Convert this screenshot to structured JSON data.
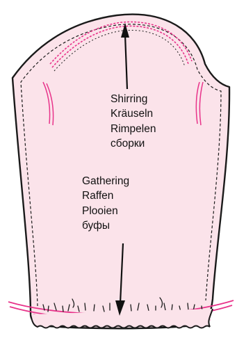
{
  "colors": {
    "fabric": "#fbe3ea",
    "outline": "#1a1a1a",
    "stitch": "#e8338a",
    "arrow": "#111111"
  },
  "labels": {
    "shirring": {
      "en": "Shirring",
      "de": "Kräuseln",
      "nl": "Rimpelen",
      "ru": "сборки"
    },
    "gathering": {
      "en": "Gathering",
      "de": "Raffen",
      "nl": "Plooien",
      "ru": "буфы"
    }
  }
}
